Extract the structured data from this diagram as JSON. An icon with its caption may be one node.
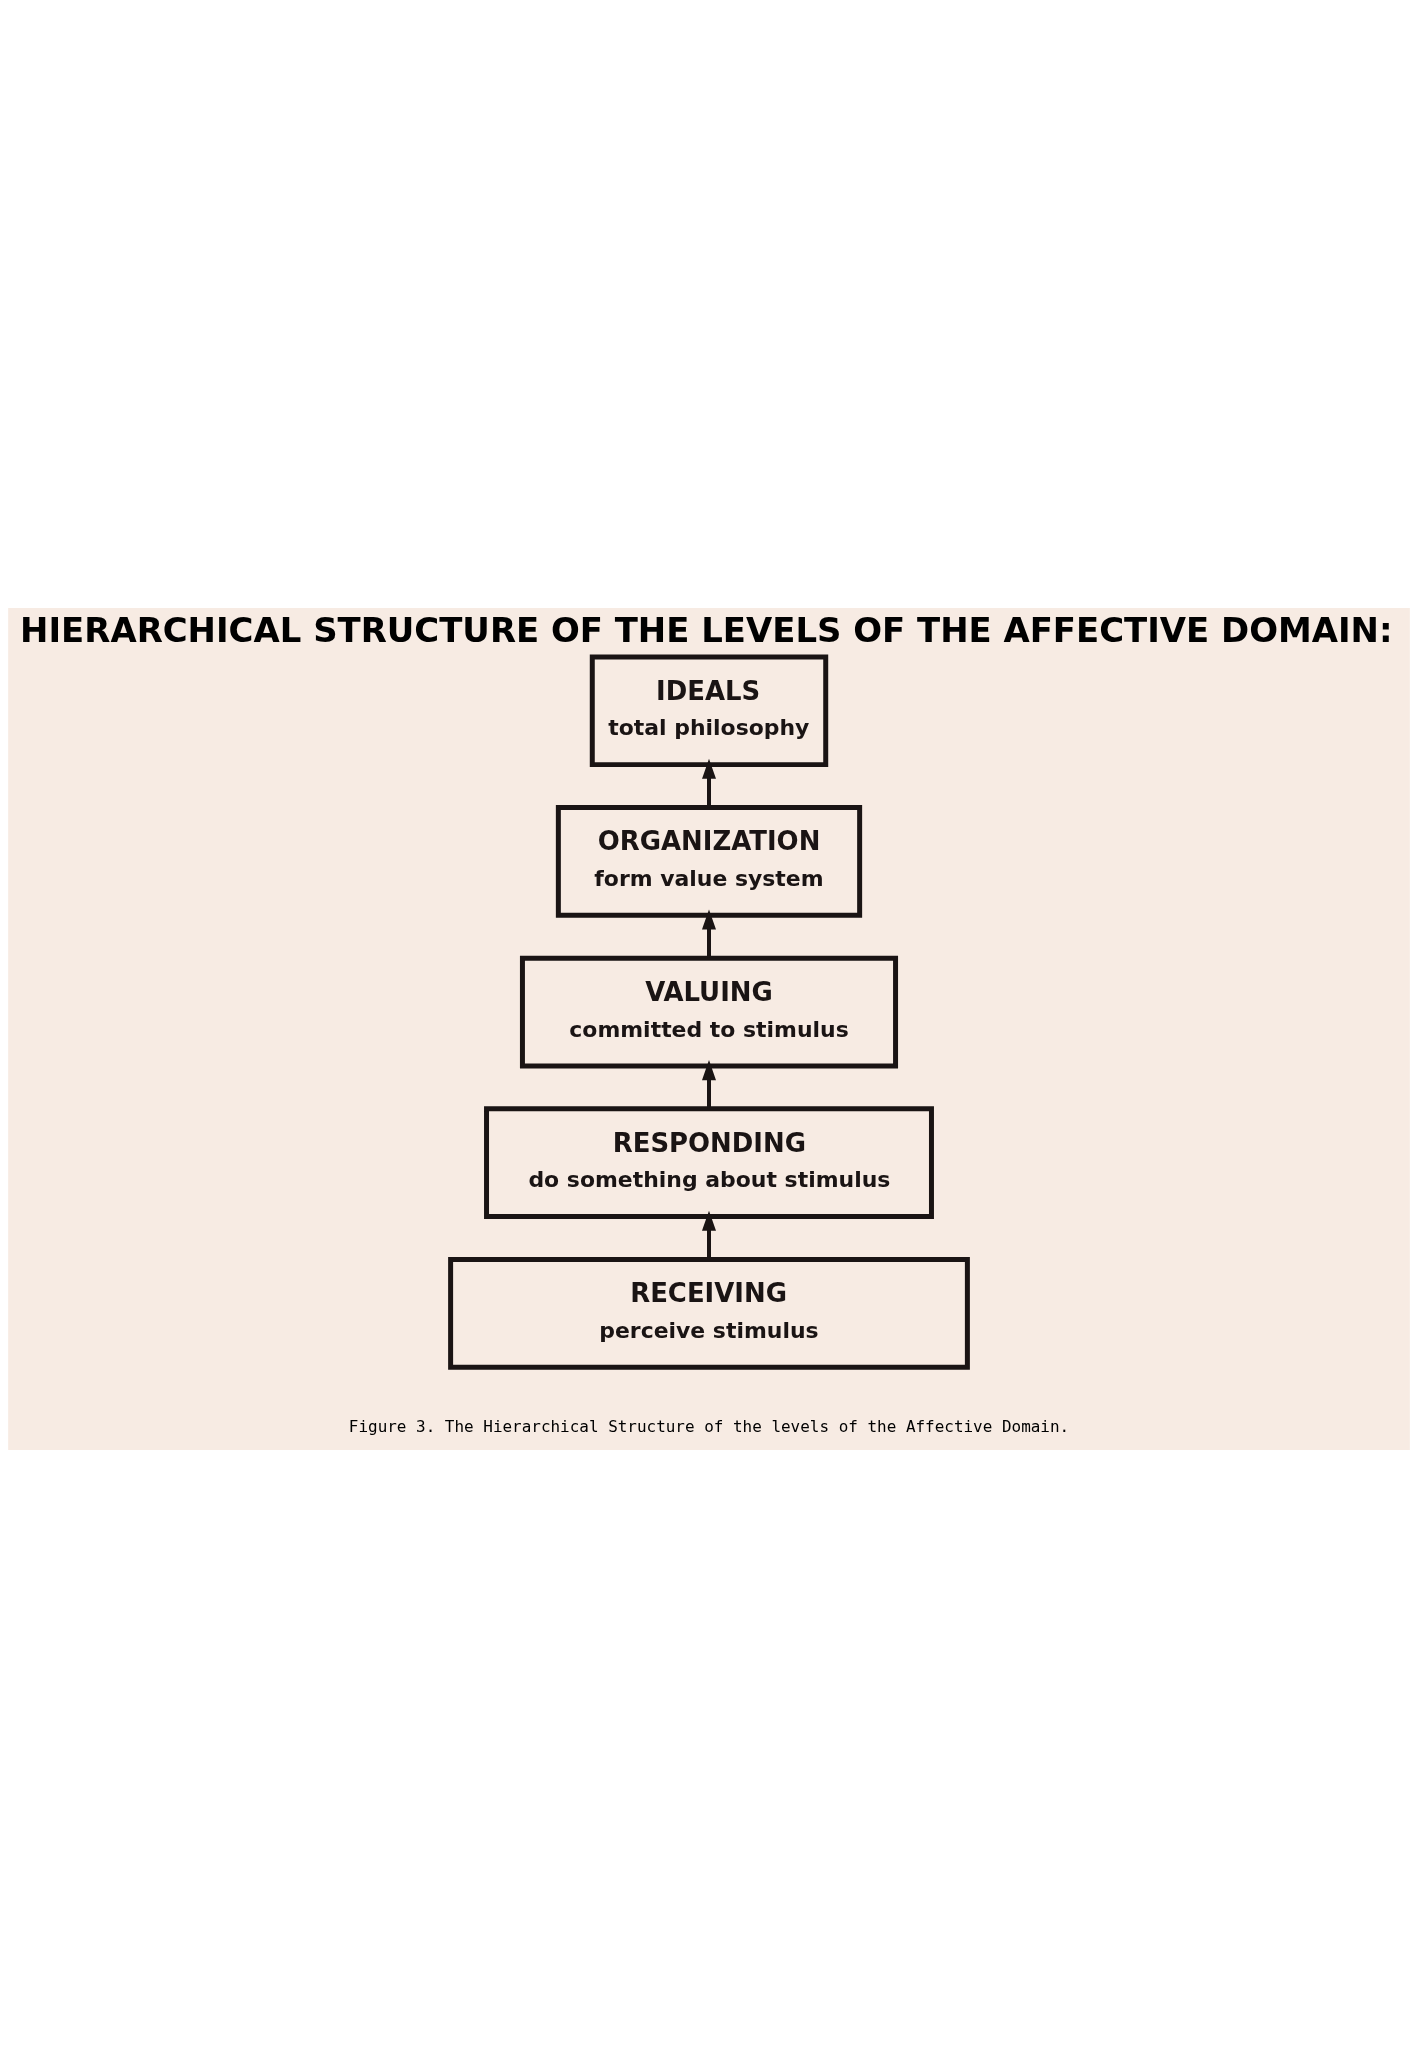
{
  "diagram": {
    "title": "HIERARCHICAL STRUCTURE OF THE LEVELS OF THE AFFECTIVE DOMAIN:",
    "caption": "Figure 3. The Hierarchical Structure of the levels of the Affective Domain.",
    "nodes": [
      {
        "text": [
          "IDEALS",
          "total philosophy"
        ]
      },
      {
        "text": [
          "ORGANIZATION",
          "form value system"
        ]
      },
      {
        "text": [
          "VALUING",
          "committed to stimulus"
        ]
      },
      {
        "text": [
          "RESPONDING",
          "do something about stimulus"
        ]
      },
      {
        "text": [
          "RECEIVING",
          "perceive stimulus"
        ]
      }
    ],
    "edges": [
      {
        "from": 4,
        "to": 3,
        "arrow": "to"
      },
      {
        "from": 3,
        "to": 2,
        "arrow": "to"
      },
      {
        "from": 2,
        "to": 1,
        "arrow": "to"
      },
      {
        "from": 1,
        "to": 0,
        "arrow": "to"
      }
    ]
  }
}
